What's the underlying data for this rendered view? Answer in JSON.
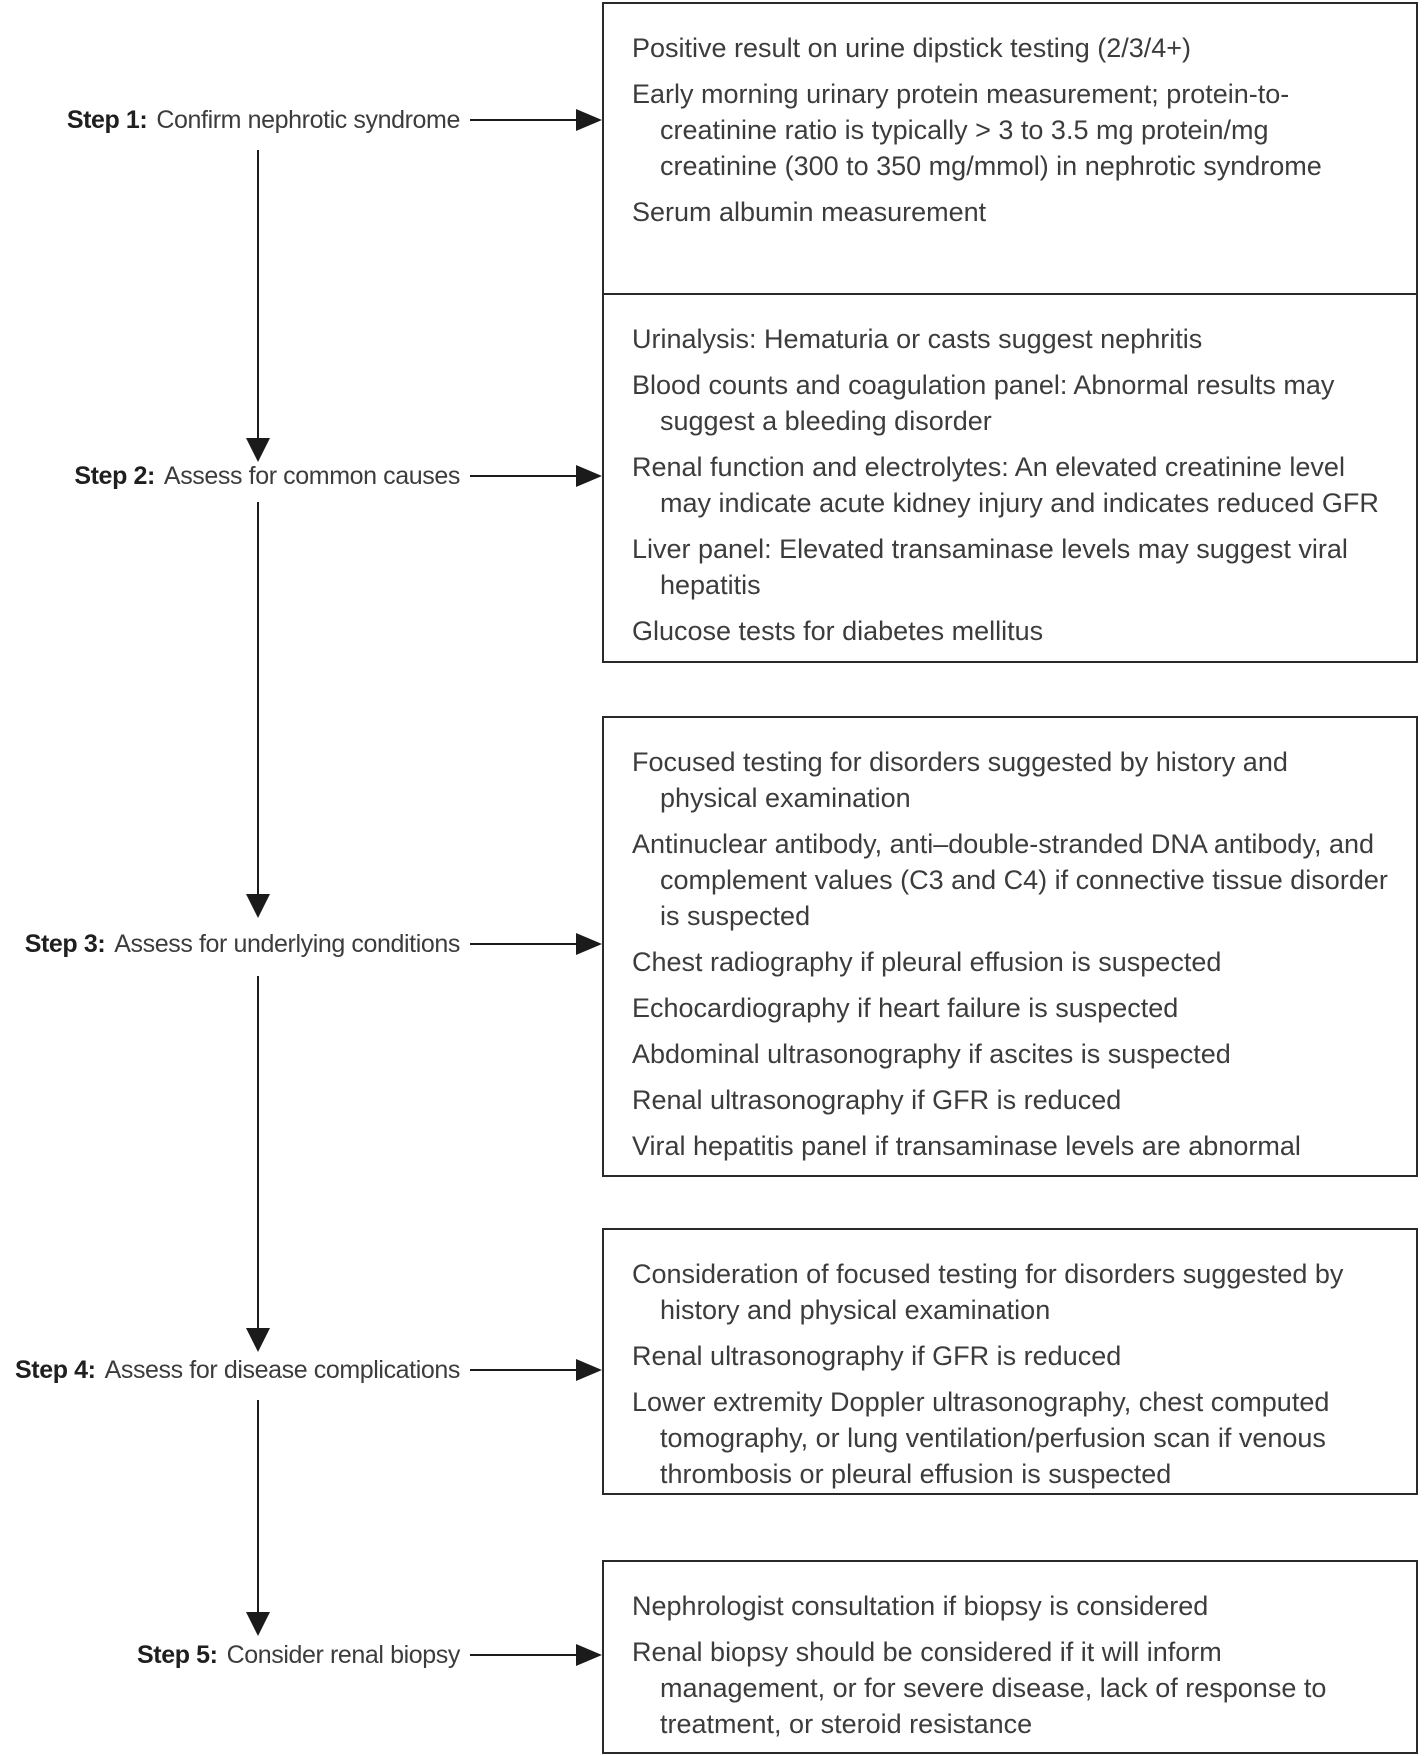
{
  "steps": [
    {
      "label": "Step 1:",
      "title": "Confirm nephrotic syndrome",
      "items": [
        "Positive result on urine dipstick testing (2/3/4+)",
        "Early morning urinary protein measurement; protein-to-creatinine ratio is typically > 3 to 3.5 mg protein/mg creatinine (300 to 350 mg/mmol) in nephrotic syndrome",
        "Serum albumin measurement"
      ]
    },
    {
      "label": "Step 2:",
      "title": "Assess for common causes",
      "items": [
        "Urinalysis: Hematuria or casts suggest nephritis",
        "Blood counts and coagulation panel: Abnormal results may suggest a bleeding disorder",
        "Renal function and electrolytes: An elevated creatinine level may indicate acute kidney injury and indicates reduced GFR",
        "Liver panel: Elevated transaminase levels may suggest viral hepatitis",
        "Glucose tests for diabetes mellitus"
      ]
    },
    {
      "label": "Step 3:",
      "title": "Assess for underlying conditions",
      "items": [
        "Focused testing for disorders suggested by history and physical examination",
        "Antinuclear antibody, anti–double-stranded DNA antibody, and complement values (C3 and C4) if connective tissue disorder is suspected",
        "Chest radiography if pleural effusion is suspected",
        "Echocardiography if heart failure is suspected",
        "Abdominal ultrasonography if ascites is suspected",
        "Renal ultrasonography if GFR is reduced",
        "Viral hepatitis panel if transaminase levels are abnormal"
      ]
    },
    {
      "label": "Step 4:",
      "title": "Assess for disease complications",
      "items": [
        "Consideration of focused testing for disorders suggested by history and physical examination",
        "Renal ultrasonography if GFR is reduced",
        "Lower extremity Doppler ultrasonography, chest computed tomography, or lung ventilation/perfusion scan if venous thrombosis or pleural effusion is suspected"
      ]
    },
    {
      "label": "Step 5:",
      "title": "Consider renal biopsy",
      "items": [
        "Nephrologist consultation if biopsy is considered",
        "Renal biopsy should be considered if it will inform management, or for severe disease, lack of response to treatment, or steroid resistance"
      ]
    }
  ],
  "colors": {
    "background": "#ffffff",
    "text": "#3c3c3c",
    "step_number": "#1f1f1f",
    "box_border": "#2a2a2a",
    "arrow": "#1b1b1b"
  }
}
